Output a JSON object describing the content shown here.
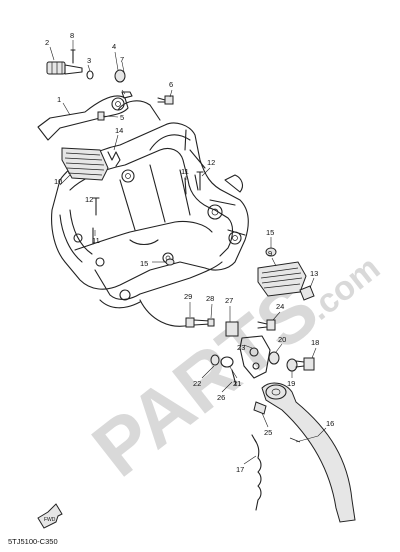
{
  "diagram": {
    "code": "5TJ5100-C350",
    "fwd_label": "FWD",
    "watermark": {
      "main": "PARTS",
      "suffix": ".com"
    },
    "callouts": [
      "1",
      "2",
      "3",
      "4",
      "5",
      "6",
      "7",
      "8",
      "9",
      "10",
      "11",
      "12",
      "13",
      "14",
      "15",
      "16",
      "17",
      "18",
      "19",
      "20",
      "21",
      "22",
      "23",
      "24",
      "25",
      "26",
      "27",
      "28",
      "29"
    ]
  }
}
